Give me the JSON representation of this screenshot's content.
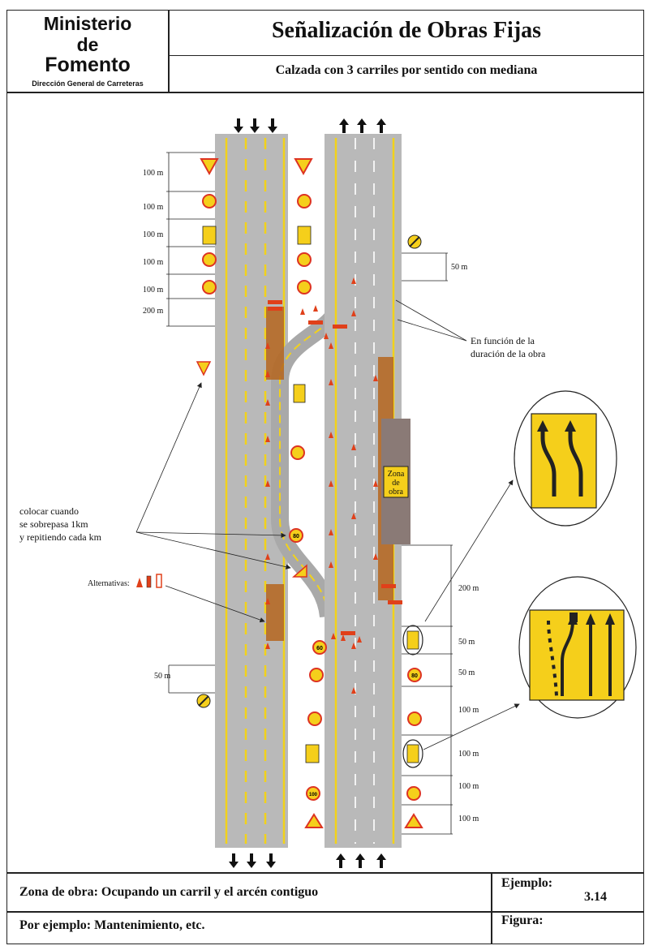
{
  "header": {
    "ministry_line1": "Ministerio",
    "ministry_line2": "de",
    "ministry_line3": "Fomento",
    "ministry_sub": "Dirección General de Carreteras",
    "title": "Señalización de Obras Fijas",
    "subtitle": "Calzada con 3 carriles por sentido con mediana"
  },
  "diagram": {
    "left_distances": [
      "100 m",
      "100 m",
      "100 m",
      "100 m",
      "100 m",
      "200 m"
    ],
    "left_bottom_distance": "50 m",
    "right_top_distance": "50 m",
    "right_distances": [
      "200 m",
      "50 m",
      "50 m",
      "100 m",
      "100 m",
      "100 m",
      "100 m"
    ],
    "note_duration": [
      "En función de la",
      "duración de la obra"
    ],
    "note_place": [
      "colocar cuando",
      "se sobrepasa  1km",
      "y repitiendo cada km"
    ],
    "alternatives_label": "Alternativas:",
    "work_zone_label": [
      "Zona",
      "de",
      "obra"
    ],
    "speed_signs": [
      "80",
      "60",
      "80",
      "100"
    ],
    "colors": {
      "road": "#b9b9b9",
      "line": "#f2d21a",
      "sign": "#f5cf1b",
      "work": "#b5651d"
    }
  },
  "footer": {
    "zone_text": "Zona de obra: Ocupando un carril y el arcén contiguo",
    "example_label": "Ejemplo:",
    "example_value": "3.14",
    "example_text": "Por ejemplo: Mantenimiento, etc.",
    "figure_label": "Figura:"
  }
}
